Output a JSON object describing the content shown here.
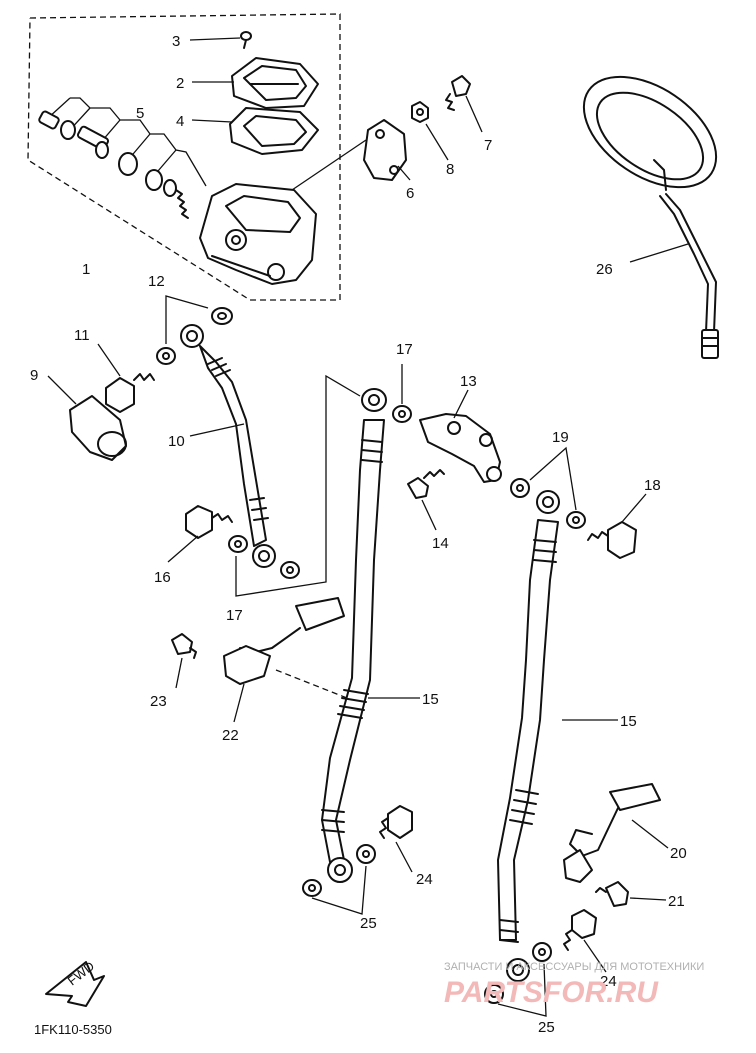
{
  "diagram_code": "1FK110-5350",
  "fwd_label": "FWD",
  "watermark": {
    "tagline": "ЗАПЧАСТИ И АКСЕССУАРЫ ДЛЯ МОТОТЕХНИКИ",
    "logo_text": "PARTSFOR.RU"
  },
  "callouts": {
    "c1": "1",
    "c2": "2",
    "c3": "3",
    "c4": "4",
    "c5": "5",
    "c6": "6",
    "c7": "7",
    "c8": "8",
    "c9": "9",
    "c10": "10",
    "c11": "11",
    "c12": "12",
    "c13": "13",
    "c14": "14",
    "c15a": "15",
    "c15b": "15",
    "c16": "16",
    "c17a": "17",
    "c17b": "17",
    "c18": "18",
    "c19": "19",
    "c20": "20",
    "c21": "21",
    "c22": "22",
    "c23": "23",
    "c24a": "24",
    "c24b": "24",
    "c25a": "25",
    "c25b": "25",
    "c26": "26"
  }
}
